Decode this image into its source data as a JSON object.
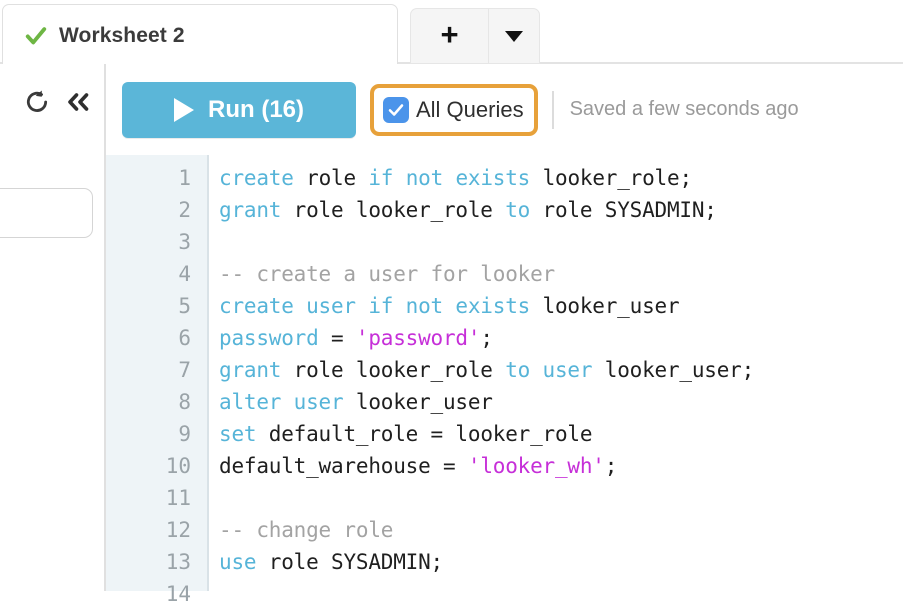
{
  "window": {
    "colors": {
      "run_button": "#5bb6d8",
      "checkbox": "#4b94ea",
      "highlight_border": "#e7a13a",
      "tab_check": "#6eb644",
      "gutter_bg": "#eef4f7",
      "keyword": "#56b4d8",
      "string": "#c62fd8",
      "comment": "#a3a3a3"
    }
  },
  "tabbar": {
    "active_tab": {
      "label": "Worksheet 2",
      "status_icon": "check-icon"
    },
    "new_tab_button": {
      "label": "+",
      "icon": "plus-icon"
    },
    "tab_menu_button": {
      "label": "",
      "icon": "chevron-down-icon"
    }
  },
  "left_rail": {
    "refresh_button": {
      "icon": "refresh-icon"
    },
    "collapse_button": {
      "icon": "double-chevron-left-icon"
    },
    "filter_input": {
      "value": "",
      "placeholder": ""
    }
  },
  "toolbar": {
    "run_button": {
      "label": "Run (16)",
      "icon": "play-icon",
      "count": 16
    },
    "all_queries_checkbox": {
      "label": "All Queries",
      "checked": true
    },
    "save_status": "Saved a few seconds ago"
  },
  "editor": {
    "line_numbers": [
      "1",
      "2",
      "3",
      "4",
      "5",
      "6",
      "7",
      "8",
      "9",
      "10",
      "11",
      "12",
      "13",
      "14"
    ],
    "lines": [
      {
        "n": "1",
        "tokens": [
          {
            "t": "create",
            "c": "kw"
          },
          {
            "t": " ",
            "c": "plain"
          },
          {
            "t": "role",
            "c": "plain"
          },
          {
            "t": " ",
            "c": "plain"
          },
          {
            "t": "if not exists",
            "c": "kw"
          },
          {
            "t": " looker_role;",
            "c": "plain"
          }
        ]
      },
      {
        "n": "2",
        "tokens": [
          {
            "t": "grant",
            "c": "kw"
          },
          {
            "t": " role looker_role ",
            "c": "plain"
          },
          {
            "t": "to",
            "c": "kw"
          },
          {
            "t": " role SYSADMIN;",
            "c": "plain"
          }
        ]
      },
      {
        "n": "3",
        "tokens": []
      },
      {
        "n": "4",
        "tokens": [
          {
            "t": "-- create a user for looker",
            "c": "comment"
          }
        ]
      },
      {
        "n": "5",
        "tokens": [
          {
            "t": "create user if not exists",
            "c": "kw"
          },
          {
            "t": " looker_user",
            "c": "plain"
          }
        ]
      },
      {
        "n": "6",
        "tokens": [
          {
            "t": "password",
            "c": "kw"
          },
          {
            "t": " = ",
            "c": "plain"
          },
          {
            "t": "'password'",
            "c": "str"
          },
          {
            "t": ";",
            "c": "plain"
          }
        ]
      },
      {
        "n": "7",
        "tokens": [
          {
            "t": "grant",
            "c": "kw"
          },
          {
            "t": " role looker_role ",
            "c": "plain"
          },
          {
            "t": "to user",
            "c": "kw"
          },
          {
            "t": " looker_user;",
            "c": "plain"
          }
        ]
      },
      {
        "n": "8",
        "tokens": [
          {
            "t": "alter user",
            "c": "kw"
          },
          {
            "t": " looker_user",
            "c": "plain"
          }
        ]
      },
      {
        "n": "9",
        "tokens": [
          {
            "t": "set",
            "c": "kw"
          },
          {
            "t": " default_role = looker_role",
            "c": "plain"
          }
        ]
      },
      {
        "n": "10",
        "tokens": [
          {
            "t": "default_warehouse = ",
            "c": "plain"
          },
          {
            "t": "'looker_wh'",
            "c": "str"
          },
          {
            "t": ";",
            "c": "plain"
          }
        ]
      },
      {
        "n": "11",
        "tokens": []
      },
      {
        "n": "12",
        "tokens": [
          {
            "t": "-- change role",
            "c": "comment"
          }
        ]
      },
      {
        "n": "13",
        "tokens": [
          {
            "t": "use",
            "c": "kw"
          },
          {
            "t": " role SYSADMIN;",
            "c": "plain"
          }
        ]
      },
      {
        "n": "14",
        "tokens": []
      }
    ]
  }
}
